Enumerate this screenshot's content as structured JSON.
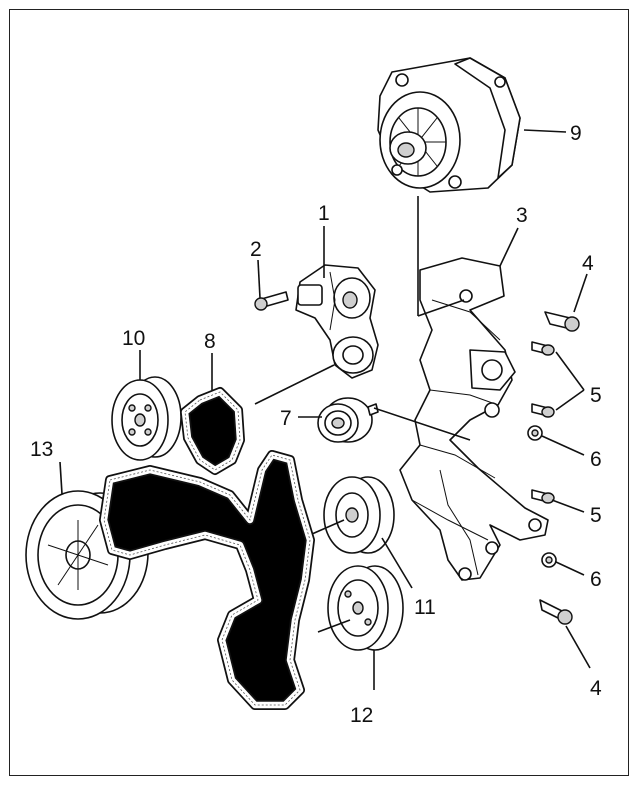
{
  "diagram": {
    "callouts": [
      {
        "id": "c1",
        "label": "1"
      },
      {
        "id": "c2",
        "label": "2"
      },
      {
        "id": "c3",
        "label": "3"
      },
      {
        "id": "c4a",
        "label": "4"
      },
      {
        "id": "c4b",
        "label": "4"
      },
      {
        "id": "c5a",
        "label": "5"
      },
      {
        "id": "c5b",
        "label": "5"
      },
      {
        "id": "c6a",
        "label": "6"
      },
      {
        "id": "c6b",
        "label": "6"
      },
      {
        "id": "c7",
        "label": "7"
      },
      {
        "id": "c8",
        "label": "8"
      },
      {
        "id": "c9",
        "label": "9"
      },
      {
        "id": "c10",
        "label": "10"
      },
      {
        "id": "c11",
        "label": "11"
      },
      {
        "id": "c12",
        "label": "12"
      },
      {
        "id": "c13",
        "label": "13"
      }
    ]
  },
  "colors": {
    "line": "#111111",
    "fill": "#ffffff",
    "shade": "#cfcfcf",
    "frame": "#222222"
  }
}
